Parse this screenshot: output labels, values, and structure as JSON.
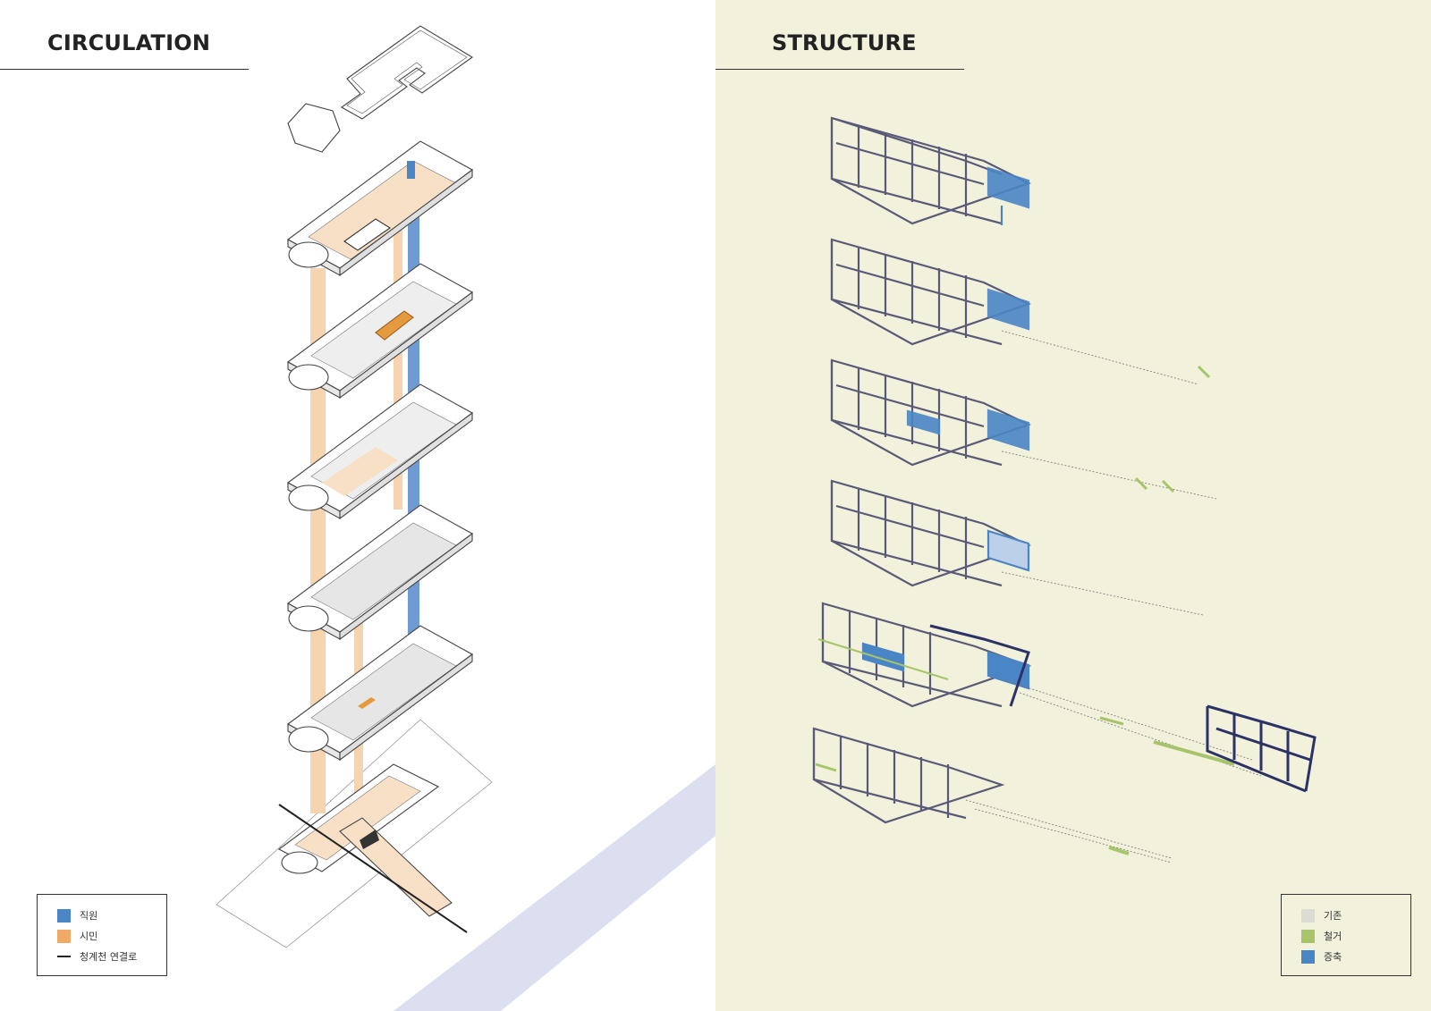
{
  "circulation": {
    "title": "CIRCULATION",
    "legend": [
      {
        "label": "직원",
        "color": "#4a86c5",
        "kind": "swatch"
      },
      {
        "label": "시민",
        "color": "#eeaa66",
        "kind": "swatch"
      },
      {
        "label": "청계천 연결로",
        "color": "#222222",
        "kind": "line"
      }
    ]
  },
  "structure": {
    "title": "STRUCTURE",
    "legend": [
      {
        "label": "기존",
        "color": "#dcdcd2",
        "kind": "swatch"
      },
      {
        "label": "철거",
        "color": "#a8c46a",
        "kind": "swatch"
      },
      {
        "label": "증축",
        "color": "#4a86c5",
        "kind": "swatch"
      }
    ]
  },
  "colors": {
    "staff": "#4a86c5",
    "citizen": "#eeaa66",
    "citizen_fill": "#f8e0c6",
    "structure_bg": "#f1f1dc",
    "frame": "#5a5a78",
    "stream": "#dcdff0"
  }
}
